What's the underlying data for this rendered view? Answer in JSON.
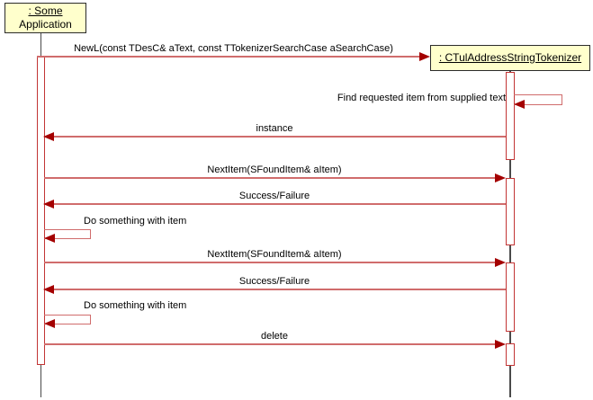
{
  "diagram": {
    "type": "uml-sequence-diagram",
    "actors": [
      {
        "id": "some-application",
        "line1": ": Some",
        "line2": "Application"
      },
      {
        "id": "ctul-address-string-tokenizer",
        "line1": ": CTulAddressStringTokenizer"
      }
    ],
    "messages": [
      {
        "label": "NewL(const TDesC& aText, const TTokenizerSearchCase aSearchCase)",
        "from": "some-application",
        "to": "ctul-address-string-tokenizer",
        "direction": "right"
      },
      {
        "label": "Find requested item from supplied text",
        "from": "ctul-address-string-tokenizer",
        "to": "ctul-address-string-tokenizer",
        "direction": "self"
      },
      {
        "label": "instance",
        "from": "ctul-address-string-tokenizer",
        "to": "some-application",
        "direction": "left"
      },
      {
        "label": "NextItem(SFoundItem& aItem)",
        "from": "some-application",
        "to": "ctul-address-string-tokenizer",
        "direction": "right"
      },
      {
        "label": "Success/Failure",
        "from": "ctul-address-string-tokenizer",
        "to": "some-application",
        "direction": "left"
      },
      {
        "label": "Do something with item",
        "from": "some-application",
        "to": "some-application",
        "direction": "self"
      },
      {
        "label": "NextItem(SFoundItem& aItem)",
        "from": "some-application",
        "to": "ctul-address-string-tokenizer",
        "direction": "right"
      },
      {
        "label": "Success/Failure",
        "from": "ctul-address-string-tokenizer",
        "to": "some-application",
        "direction": "left"
      },
      {
        "label": "Do something with item",
        "from": "some-application",
        "to": "some-application",
        "direction": "self"
      },
      {
        "label": "delete",
        "from": "some-application",
        "to": "ctul-address-string-tokenizer",
        "direction": "right"
      }
    ],
    "colors": {
      "background": "#ffffff",
      "actor_fill": "#ffffcc",
      "actor_border": "#2b2b2b",
      "lifeline": "#4a4a4a",
      "message_line": "#d06c6c",
      "arrowhead": "#a40000",
      "activation_border": "#c23535",
      "activation_fill": "#ffffff",
      "text": "#000000"
    }
  }
}
